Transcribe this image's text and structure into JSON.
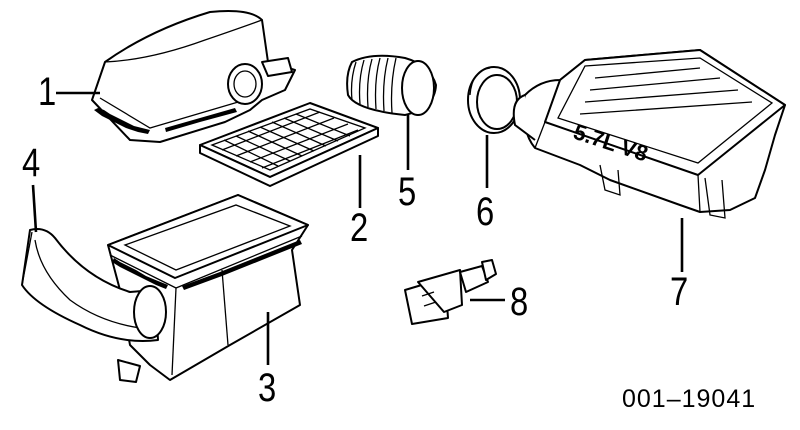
{
  "diagram": {
    "reference_number": "001–19041",
    "callouts": [
      {
        "id": "1",
        "label": "1"
      },
      {
        "id": "2",
        "label": "2"
      },
      {
        "id": "3",
        "label": "3"
      },
      {
        "id": "4",
        "label": "4"
      },
      {
        "id": "5",
        "label": "5"
      },
      {
        "id": "6",
        "label": "6"
      },
      {
        "id": "7",
        "label": "7"
      },
      {
        "id": "8",
        "label": "8"
      }
    ],
    "parts": [
      {
        "callout": "1",
        "icon": "air-cleaner-cover-icon"
      },
      {
        "callout": "2",
        "icon": "air-filter-element-icon"
      },
      {
        "callout": "3",
        "icon": "air-cleaner-housing-icon"
      },
      {
        "callout": "4",
        "icon": "inlet-duct-icon"
      },
      {
        "callout": "5",
        "icon": "bellows-hose-icon"
      },
      {
        "callout": "6",
        "icon": "seal-ring-icon"
      },
      {
        "callout": "7",
        "icon": "engine-cover-icon"
      },
      {
        "callout": "8",
        "icon": "temperature-sensor-icon"
      }
    ],
    "engine_cover_lettering": "5.7L V8"
  }
}
